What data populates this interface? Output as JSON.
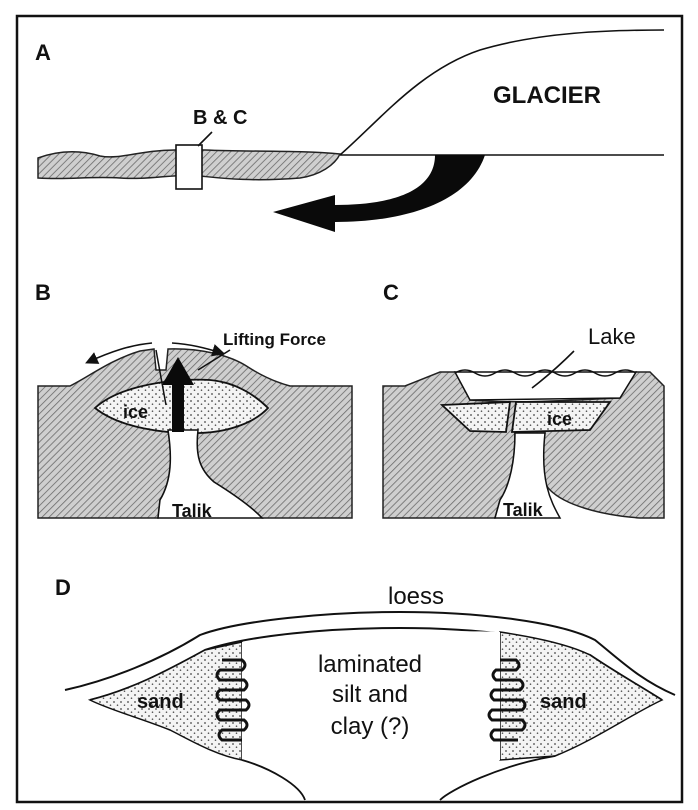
{
  "panels": {
    "a": {
      "letter": "A",
      "glacier": "GLACIER",
      "box_label": "B & C"
    },
    "b": {
      "letter": "B",
      "force": "Lifting Force",
      "ice": "ice",
      "talik": "Talik"
    },
    "c": {
      "letter": "C",
      "lake": "Lake",
      "ice": "ice",
      "talik": "Talik"
    },
    "d": {
      "letter": "D",
      "loess": "loess",
      "core_line1": "laminated",
      "core_line2": "silt and",
      "core_line3": "clay (?)",
      "sand_left": "sand",
      "sand_right": "sand"
    }
  }
}
